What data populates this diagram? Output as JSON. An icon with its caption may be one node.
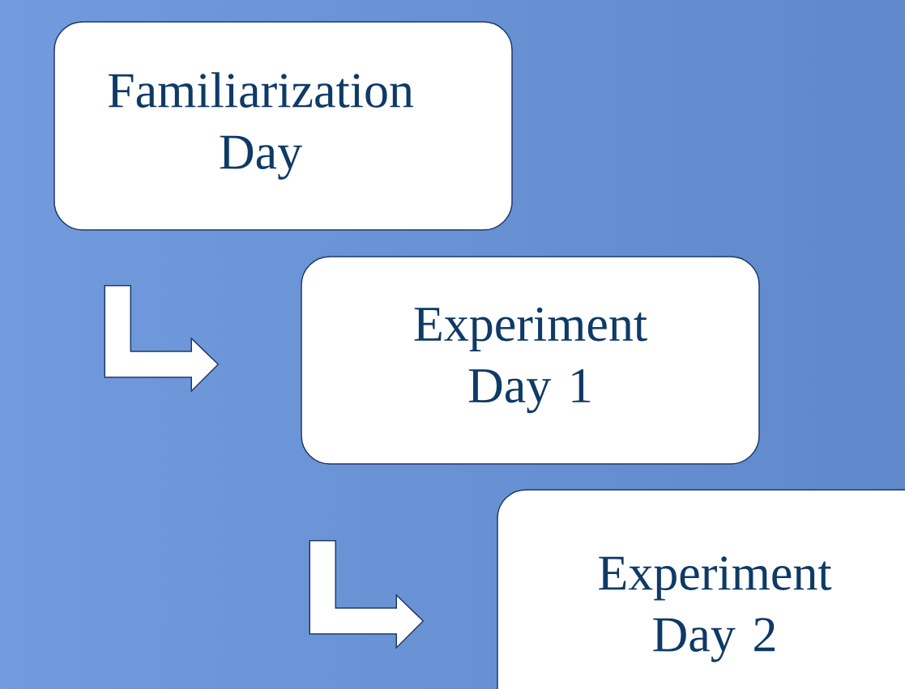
{
  "diagram": {
    "nodes": [
      {
        "text": [
          "Familiarization Day"
        ]
      },
      {
        "text": [
          "Experiment Day 1"
        ]
      },
      {
        "text": [
          "Experiment Day 2"
        ]
      }
    ],
    "edges": [
      {
        "from": 0,
        "to": 1,
        "arrow": "to"
      },
      {
        "from": 1,
        "to": 2,
        "arrow": "to"
      }
    ]
  }
}
